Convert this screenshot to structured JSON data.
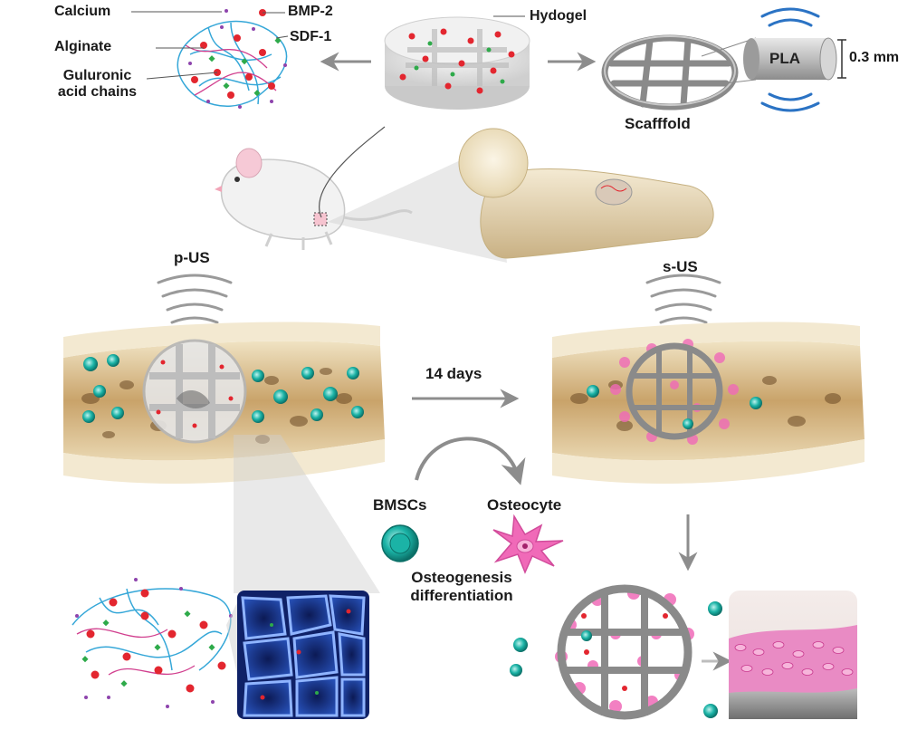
{
  "labels": {
    "calcium": "Calcium",
    "bmp2": "BMP-2",
    "sdf1": "SDF-1",
    "hydrogel": "Hydogel",
    "alginate": "Alginate",
    "guluronic_line1": "Guluronic",
    "guluronic_line2": "acid chains",
    "pla": "PLA",
    "thickness": "0.3 mm",
    "scaffold": "Scafffold",
    "pus": "p-US",
    "sus": "s-US",
    "days": "14 days",
    "bmscs": "BMSCs",
    "osteocyte": "Osteocyte",
    "osteo_line1": "Osteogenesis",
    "osteo_line2": "differentiation"
  },
  "colors": {
    "calcium": "#8e44ad",
    "bmp2": "#e3262f",
    "sdf1": "#2eaa4a",
    "alginate_chain": "#35a7d8",
    "guluronic_chain": "#d13f8e",
    "bmsc": "#1bb3a6",
    "osteocyte": "#f06ab8",
    "bone": "#e8d9b5",
    "scaffold": "#8a8a8a",
    "ultrasound": "#2b73c4",
    "wave": "#9a9a9a",
    "pores": "#1e3f9a"
  },
  "icons": [
    "mouse-icon",
    "femur-icon",
    "pla-cylinder-icon",
    "bmsc-cell-icon",
    "osteocyte-cell-icon",
    "ultrasound-waves-icon"
  ]
}
